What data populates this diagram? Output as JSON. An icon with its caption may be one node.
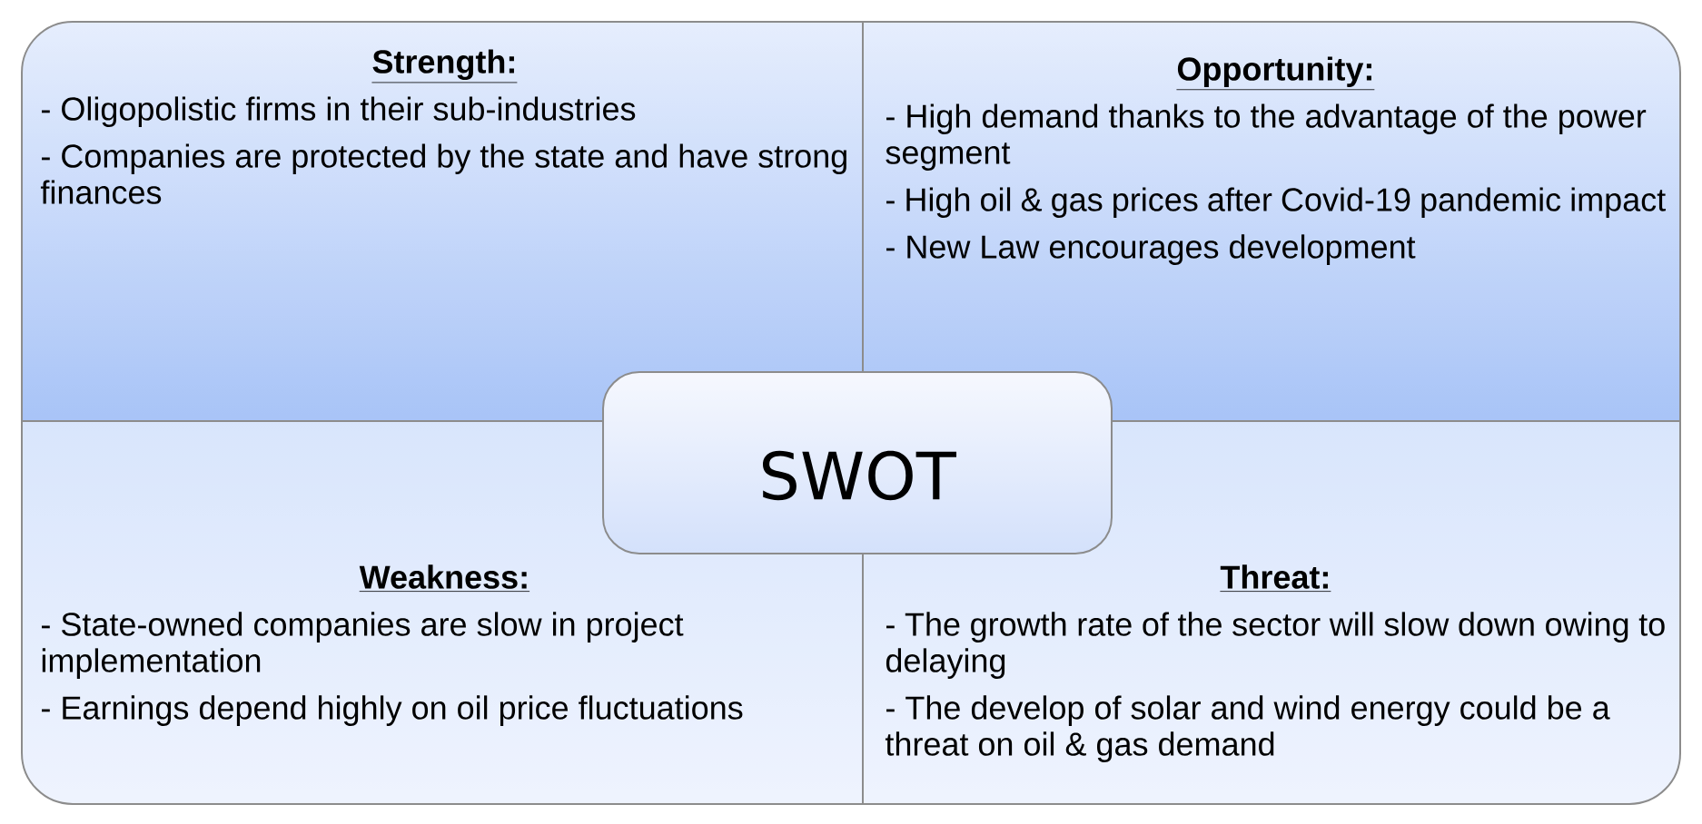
{
  "diagram": {
    "nodes": [
      {
        "text": [
          "Strength:",
          "- Oligopolistic firms in their sub-industries",
          "- Companies are protected by the state and have strong finances"
        ]
      },
      {
        "text": [
          "Opportunity:",
          "- High demand thanks to the advantage of the power segment",
          "- High oil & gas prices after Covid-19 pandemic impact",
          "- New Law encourages development"
        ]
      },
      {
        "text": [
          "Weakness:",
          "- State-owned companies are slow in project implementation",
          "- Earnings depend highly on oil price fluctuations"
        ]
      },
      {
        "text": [
          "Threat:",
          "- The growth rate of the sector will slow down owing to delaying",
          "- The develop of solar and wind energy could be a threat on oil & gas demand"
        ]
      },
      {
        "text": [
          "SWOT"
        ]
      }
    ]
  }
}
